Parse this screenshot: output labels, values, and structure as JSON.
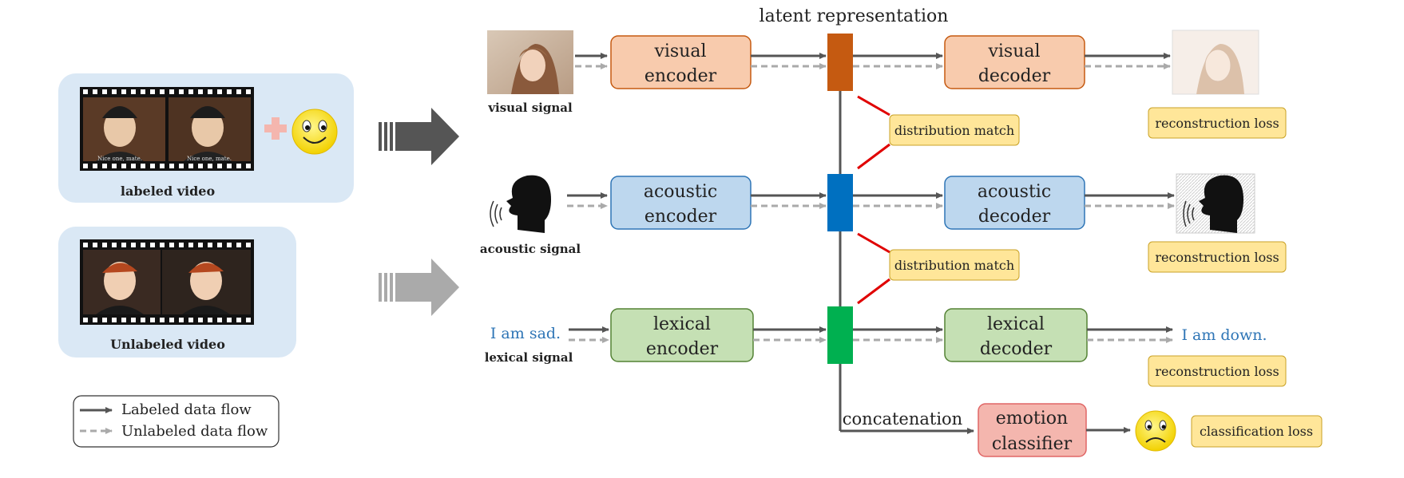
{
  "left_panel": {
    "labeled_video_label": "labeled video",
    "unlabeled_video_label": "Unlabeled video",
    "film_caption_1": "Nice one, mate.",
    "film_caption_2": "Nice one, mate."
  },
  "legend": {
    "labeled_flow": "Labeled data flow",
    "unlabeled_flow": "Unlabeled data flow"
  },
  "diagram": {
    "latent_title": "latent representation",
    "visual_signal_label": "visual signal",
    "acoustic_signal_label": "acoustic signal",
    "lexical_signal_label": "lexical signal",
    "lexical_input_text": "I am sad.",
    "lexical_output_text": "I am down.",
    "visual_encoder": [
      "visual",
      "encoder"
    ],
    "visual_decoder": [
      "visual",
      "decoder"
    ],
    "acoustic_encoder": [
      "acoustic",
      "encoder"
    ],
    "acoustic_decoder": [
      "acoustic",
      "decoder"
    ],
    "lexical_encoder": [
      "lexical",
      "encoder"
    ],
    "lexical_decoder": [
      "lexical",
      "decoder"
    ],
    "distribution_match_1": "distribution match",
    "distribution_match_2": "distribution match",
    "reconstruction_loss_1": "reconstruction loss",
    "reconstruction_loss_2": "reconstruction loss",
    "reconstruction_loss_3": "reconstruction loss",
    "concatenation_label": "concatenation",
    "emotion_classifier": [
      "emotion",
      "classifier"
    ],
    "classification_loss": "classification loss"
  },
  "colors": {
    "visual_fill": "#f8cbad",
    "visual_stroke": "#c55a11",
    "visual_latent": "#c55a11",
    "acoustic_fill": "#bdd7ee",
    "acoustic_stroke": "#2e75b6",
    "acoustic_latent": "#0070c0",
    "lexical_fill": "#c5e0b4",
    "lexical_stroke": "#548235",
    "lexical_latent": "#00b050",
    "classifier_fill": "#f4b6ae",
    "classifier_stroke": "#e06666",
    "loss_fill": "#ffe699",
    "loss_stroke": "#c9a227",
    "panel_fill": "#dae8f5",
    "label_blue": "#2e75b6",
    "distribution_line": "#e00000"
  },
  "icons": [
    "happy-face-icon",
    "sad-face-icon",
    "plus-icon",
    "speaker-head-icon",
    "speaker-head-sketch-icon",
    "right-arrow-icon"
  ]
}
